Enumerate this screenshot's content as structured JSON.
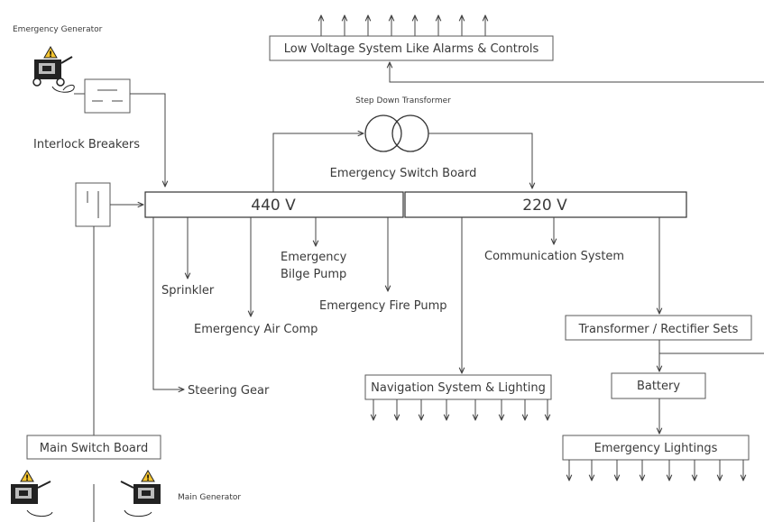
{
  "emergency_generator_label": "Emergency Generator",
  "interlock_breakers_label": "Interlock Breakers",
  "main_switch_board_label": "Main Switch Board",
  "main_generator_label": "Main Generator",
  "step_down_transformer_label": "Step Down Transformer",
  "emergency_switch_board_label": "Emergency Switch Board",
  "bus_440_label": "440 V",
  "bus_220_label": "220 V",
  "low_voltage_label": "Low Voltage System Like Alarms & Controls",
  "loads_440": {
    "sprinkler": "Sprinkler",
    "air_comp": "Emergency Air Comp",
    "bilge_pump_line1": "Emergency",
    "bilge_pump_line2": "Bilge Pump",
    "fire_pump": "Emergency Fire Pump",
    "steering_gear": "Steering Gear"
  },
  "loads_220": {
    "communication": "Communication System",
    "navigation": "Navigation System & Lighting",
    "transformer_rectifier": "Transformer / Rectifier Sets",
    "battery": "Battery",
    "emergency_lightings": "Emergency Lightings"
  }
}
